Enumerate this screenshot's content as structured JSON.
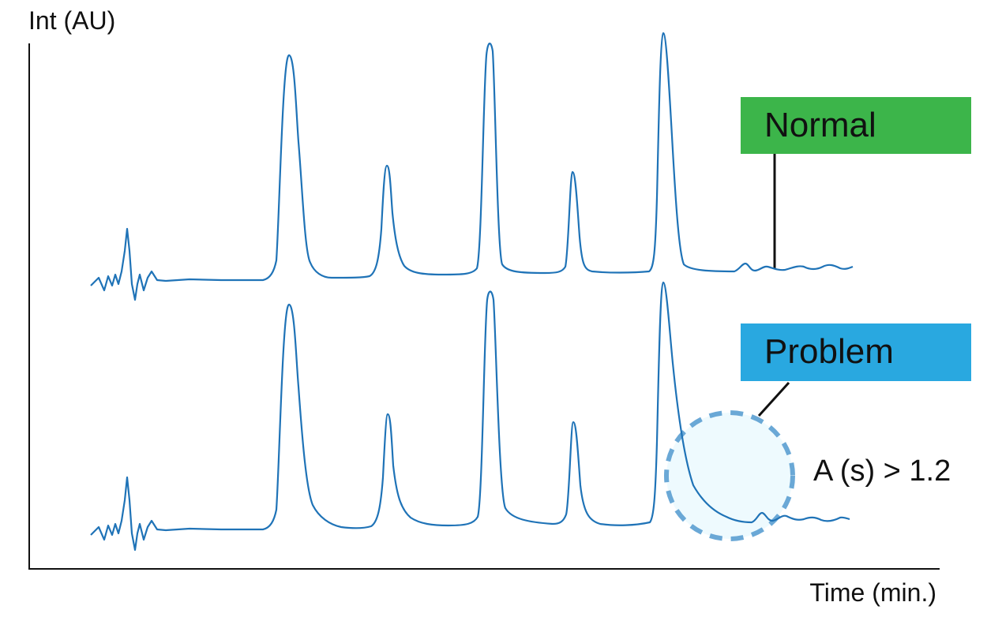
{
  "axes": {
    "y_title": "Int (AU)",
    "x_title": "Time (min.)"
  },
  "labels": {
    "normal": "Normal",
    "problem": "Problem",
    "asymmetry": "A (s) > 1.2"
  },
  "traces": [
    {
      "id": "normal",
      "peak_count": 5,
      "tailing": "none"
    },
    {
      "id": "problem",
      "peak_count": 5,
      "tailing": "last-peak"
    }
  ],
  "colors": {
    "trace": "#1f73b7",
    "normal_badge": "#3cb54a",
    "problem_badge": "#29a8e0",
    "highlight_ring": "#6aa8d6",
    "highlight_fill": "#eefafe",
    "axis": "#111111"
  }
}
